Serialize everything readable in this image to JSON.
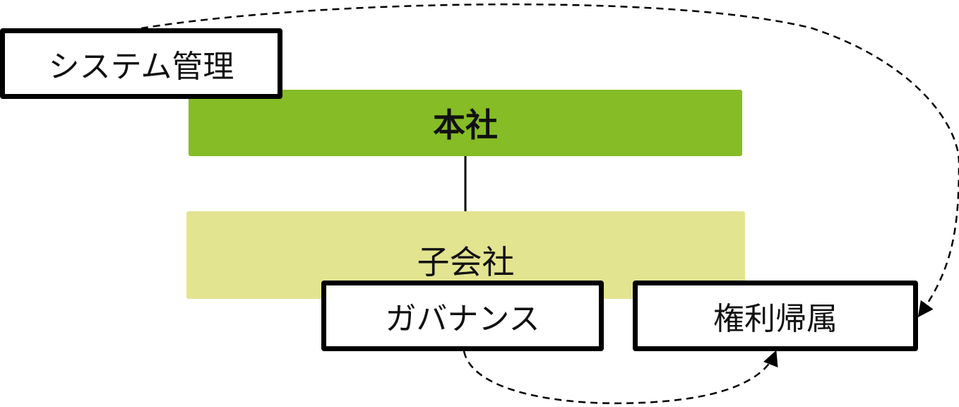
{
  "diagram": {
    "headquarters": {
      "label": "本社"
    },
    "subsidiary": {
      "label": "子会社"
    },
    "system_management": {
      "label": "システム管理"
    },
    "governance": {
      "label": "ガバナンス"
    },
    "ownership": {
      "label": "権利帰属"
    }
  },
  "colors": {
    "headquarters_fill": "#86bc25",
    "subsidiary_fill": "#e3e48f",
    "box_border": "#000000",
    "connector": "#000000"
  },
  "edges": [
    {
      "from": "headquarters",
      "to": "subsidiary",
      "style": "solid"
    },
    {
      "from": "system_management",
      "to": "ownership",
      "style": "dashed-arrow"
    },
    {
      "from": "governance",
      "to": "ownership",
      "style": "dashed-arrow"
    }
  ]
}
